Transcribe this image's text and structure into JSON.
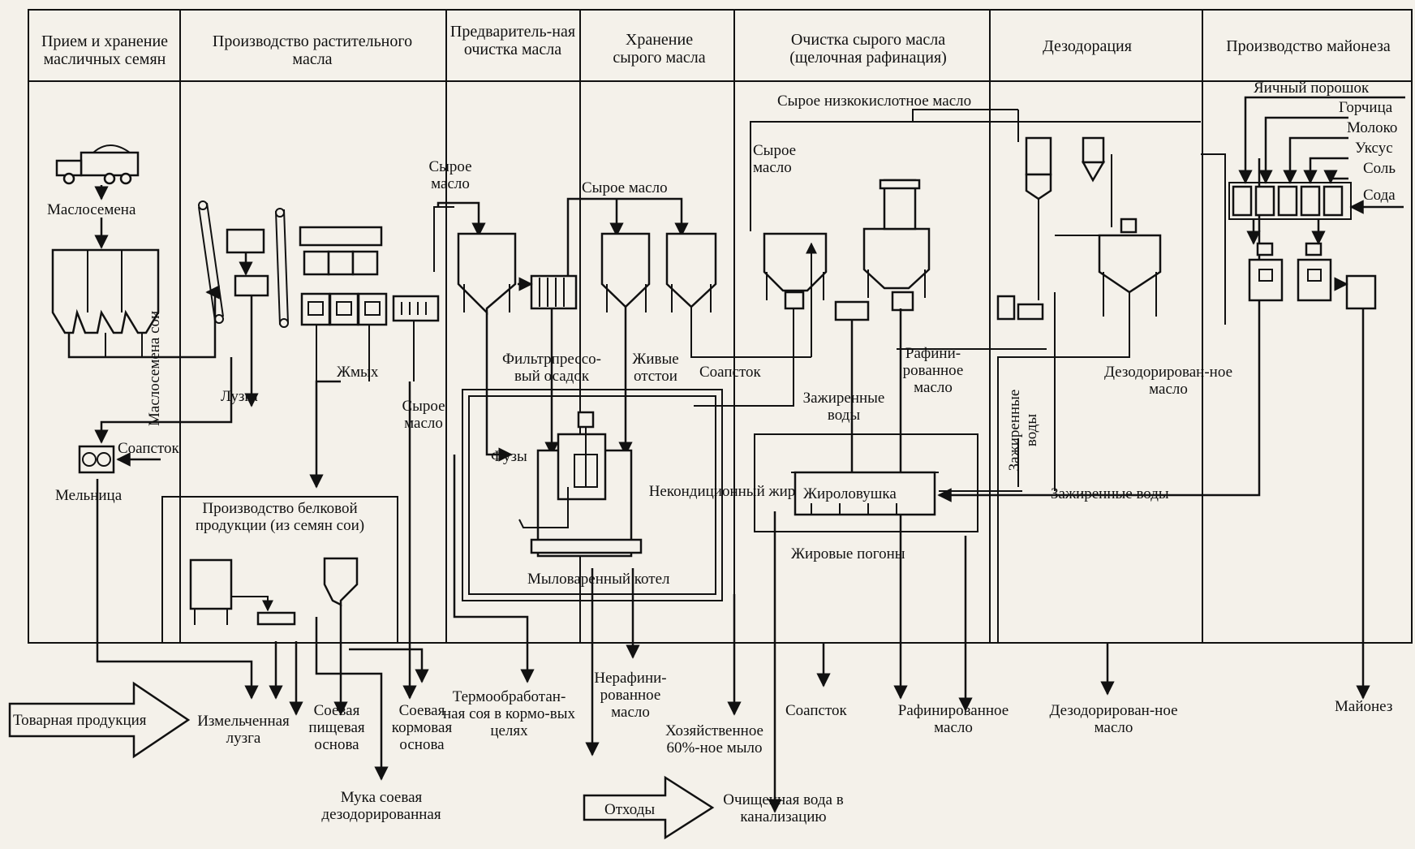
{
  "headers": [
    "Прием и хранение масличных семян",
    "Производство растительного масла",
    "Предваритель-ная очистка масла",
    "Хранение сырого масла",
    "Очистка сырого масла (щелочная рафинация)",
    "Дезодорация",
    "Производство майонеза"
  ],
  "labels": {
    "seeds": "Маслосемена",
    "soy_seeds": "Маслосемена сои",
    "husk": "Лузга",
    "cake": "Жмых",
    "raw_oil": "Сырое масло",
    "raw_oil_2": "Сырое масло",
    "raw_oil_3": "Сырое масло",
    "raw_oil_4": "Сырое масло",
    "low_acid": "Сырое низкокислотное масло",
    "filter_residue": "Фильтрпрессо-вый осадок",
    "live_sediment": "Живые отстои",
    "soapstock_mid": "Соапсток",
    "soapstock_mill": "Соапсток",
    "refined_oil_mid": "Рафини-рованное масло",
    "fatty_water": "Зажиренные воды",
    "fatty_water_v": "Зажиренные воды",
    "fatty_water_r": "Зажиренные воды",
    "fuzy": "Фузы",
    "noncond_fat": "Некондиционный жир",
    "fat_trap": "Жироловушка",
    "fat_distill": "Жировые погоны",
    "soap_kettle": "Мыловаренный котел",
    "mill": "Мельница",
    "protein_prod": "Производство белковой продукции (из семян сои)",
    "deodor_oil_mid": "Дезодорирован-ное масло",
    "egg": "Яичный порошок",
    "mustard": "Горчица",
    "milk": "Молоко",
    "vinegar": "Уксус",
    "salt": "Соль",
    "soda": "Сода"
  },
  "outputs": {
    "commodity": "Товарная продукция",
    "husk_ground": "Измельченная лузга",
    "soy_food": "Соевая пищевая основа",
    "soy_feed": "Соевая кормовая основа",
    "soy_flour": "Мука соевая дезодорированная",
    "soy_heat": "Термообработан-ная соя в кормо-вых целях",
    "unrefined": "Нерафини-рованное масло",
    "soap60": "Хозяйственное 60%-ное мыло",
    "soapstock": "Соапсток",
    "refined": "Рафинированное масло",
    "deodorized": "Дезодорирован-ное масло",
    "mayo": "Майонез",
    "waste": "Отходы",
    "clean_water": "Очищенная вода в канализацию"
  }
}
